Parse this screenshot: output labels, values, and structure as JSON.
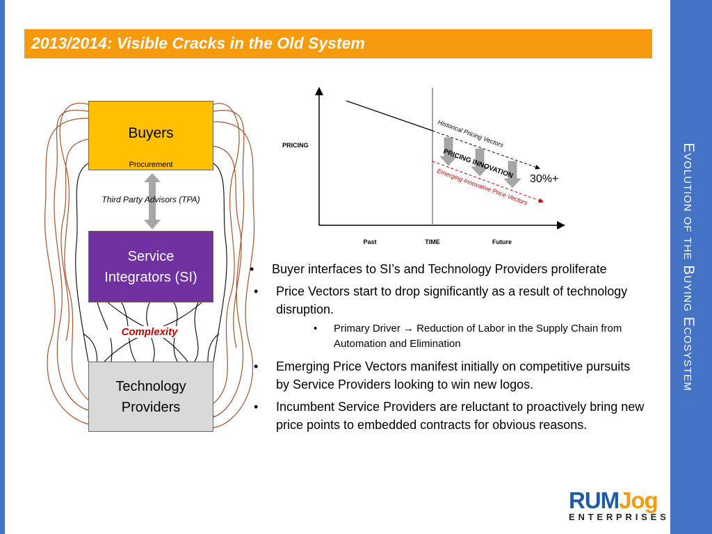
{
  "slide": {
    "title": "2013/2014:  Visible Cracks in the Old System",
    "side_title": "Evolution of the Buying Ecosystem"
  },
  "diagram": {
    "buyers": "Buyers",
    "procurement": "Procurement",
    "tpa": "Third Party Advisors (TPA)",
    "si_line1": "Service",
    "si_line2": "Integrators (SI)",
    "complexity": "Complexity",
    "tech_line1": "Technology",
    "tech_line2": "Providers"
  },
  "chart": {
    "ylabel": "PRICING",
    "x_ticks": [
      "Past",
      "TIME",
      "Future"
    ],
    "historical_label": "Historical Pricing Vectors",
    "innovation_label": "PRICING INNOVATION",
    "emerging_label": "Emerging Innovative Price Vectors",
    "drop_label": "30%+"
  },
  "bullets": [
    {
      "marker": "•",
      "text": "Buyer interfaces to SI’s and Technology Providers proliferate"
    },
    {
      "marker": "•",
      "text": "Price Vectors start to drop significantly as a result of technology disruption."
    },
    {
      "marker": "•",
      "text": "Primary Driver → Reduction of Labor in the Supply Chain from Automation and Elimination"
    },
    {
      "marker": "•",
      "text": "Emerging Price Vectors manifest initially on competitive pursuits by Service Providers looking to win new logos."
    },
    {
      "marker": "•",
      "text": "Incumbent Service Providers are reluctant to proactively bring new price points to embedded contracts for obvious reasons."
    }
  ],
  "logo": {
    "rum": "RUM",
    "jog": "Jog",
    "sub": "ENTERPRISES"
  },
  "colors": {
    "title_bar": "#f79a0d",
    "side_bar": "#4472c4",
    "buyers": "#ffc000",
    "si": "#7030a0",
    "tech": "#d9d9d9",
    "complexity": "#c00000",
    "emerging": "#c00000"
  }
}
